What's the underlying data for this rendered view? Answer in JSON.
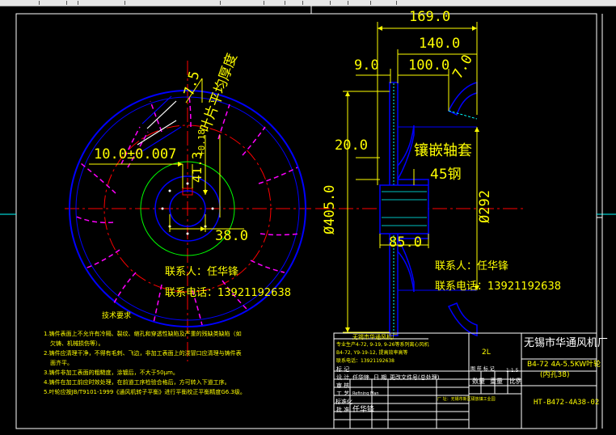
{
  "colors": {
    "background": "#000000",
    "frame": "#ffffff",
    "dimension": "#ffff00",
    "outline": "#0000ff",
    "centerline": "#ff0000",
    "hatch": "#ff00ff",
    "section": "#00ffff",
    "construction": "#00ff00"
  },
  "dimensions": {
    "top_169": "169.0",
    "top_140": "140.0",
    "top_100": "100.0",
    "left_9": "9.0",
    "angle_7": "7.0",
    "hub_20": "20.0",
    "diameter_405": "Ø405.0",
    "diameter_292": "Ø292",
    "hub_85": "85.0",
    "blade_7_5": "7.5",
    "keyway": "10.0±0.007",
    "bore_41": "41.3",
    "bore_tol": "+0.18",
    "bore_38": "38.0"
  },
  "labels": {
    "blade_thickness": "叶片平均厚度",
    "sleeve": "镶嵌轴套",
    "sleeve_steel": "45钢",
    "contact_left": "联系人：任华锋",
    "phone_left": "联系电话：13921192638",
    "contact_right": "联系人：任华锋",
    "phone_right": "联系电话：13921192638"
  },
  "notes": {
    "title": "技术要求",
    "items": [
      "1.铸件表面上不允许有冷隔、裂纹、缩孔和穿透性缺陷及严重的残缺类缺陷（如",
      "欠铸、机械损伤等）。",
      "2.铸件应清理干净，不得有毛刺、飞边，非加工表面上的浇冒口应清理与铸件表",
      "面齐平。",
      "3.铸件非加工表面的粗糙度，涂镀后，不大于50μm。",
      "4.铸件在加工前应时效处理，在前道工序检验合格后，方可转入下道工序。",
      "5.叶轮应按JB/T9101-1999《通风机转子平衡》进行平衡校正平衡精度G6.3级。"
    ]
  },
  "titleblock": {
    "company": "无锡市华通风机厂",
    "material": "2L",
    "product": "B4-72 4A-5.5KW叶轮",
    "bore_spec": "(内孔38)",
    "drawing_no": "HT-B472-4A38-02",
    "scale_label": "比例",
    "scale": "1:1.5",
    "qty_label": "数量",
    "weight_label": "重量",
    "sheet_label": "图 样 标 记",
    "design_label": "设 计",
    "design_name": "任华锋",
    "date_label": "日 期",
    "check_label": "审 核",
    "process_label": "工 艺",
    "process_name": "Refining Man",
    "standard_label": "标准化",
    "approve_label": "批 准",
    "approve_name": "任华锋",
    "division_label": "标 记",
    "change_label": "更改文件号(总处理)",
    "address_label": "厂 址：无锡市新区硕放镇工业园"
  },
  "meta_block": {
    "heading": "无锡市华通风机厂",
    "line1": "专业生产4-72, 9-19, 9-26等系列离心风机",
    "line2": "B4-72, Y9-19-12, 提高效率高等",
    "line3": "联系电话：13921192638"
  }
}
